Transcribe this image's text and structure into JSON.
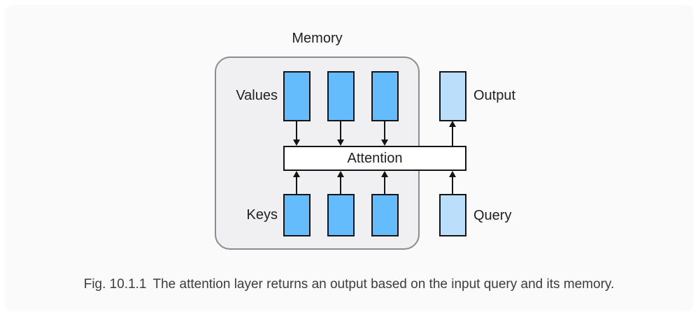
{
  "diagram": {
    "memory_label": "Memory",
    "values_label": "Values",
    "keys_label": "Keys",
    "attention_label": "Attention",
    "output_label": "Output",
    "query_label": "Query",
    "colors": {
      "card_bg": "#FAFAFA",
      "memory_fill": "#F0F0F2",
      "memory_border": "#8C8C8C",
      "box_fill_strong": "#64BCFC",
      "box_fill_light": "#BBDEFB",
      "box_border": "#141414",
      "arrow_color": "#141414",
      "label_color": "#1F1F1F",
      "caption_color": "#3C3C3C"
    }
  },
  "caption": {
    "figure_number": "Fig. 10.1.1",
    "text": "The attention layer returns an output based on the input query and its memory."
  }
}
